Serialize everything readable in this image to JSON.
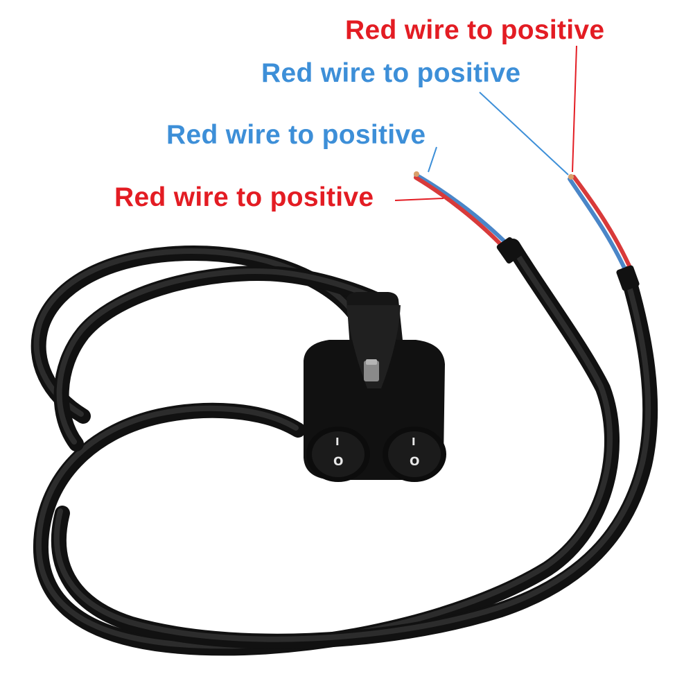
{
  "labels": {
    "label_1": "Red wire to positive",
    "label_2": "Red wire to positive",
    "label_3": "Red wire to positive",
    "label_4": "Red wire to positive"
  },
  "switches": {
    "left_on_mark": "I",
    "left_off_mark": "O",
    "right_on_mark": "I",
    "right_off_mark": "O"
  },
  "colors": {
    "label_red": "#e31c23",
    "label_blue": "#3d8fd8",
    "wire_red": "#d83a3a",
    "wire_blue": "#4a86c8",
    "cable_black": "#1a1a1a",
    "housing_black": "#141414"
  }
}
